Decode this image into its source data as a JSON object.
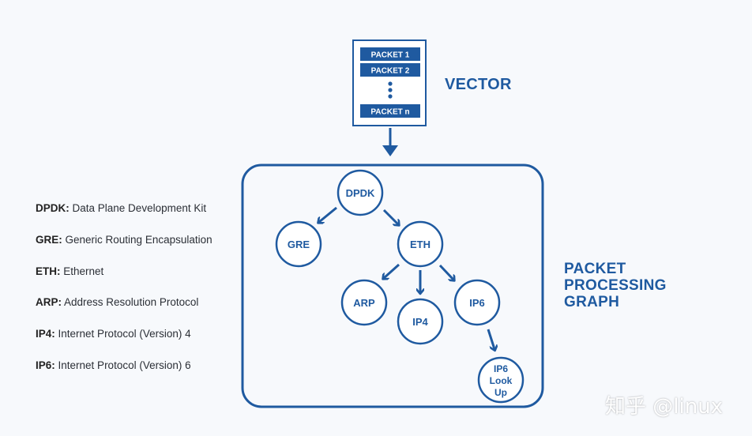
{
  "vector": {
    "title": "VECTOR",
    "packets": [
      "PACKET 1",
      "PACKET 2",
      "PACKET n"
    ]
  },
  "graph": {
    "title_lines": [
      "PACKET",
      "PROCESSING",
      "GRAPH"
    ],
    "nodes": {
      "dpdk": "DPDK",
      "gre": "GRE",
      "eth": "ETH",
      "arp": "ARP",
      "ip4": "IP4",
      "ip6": "IP6",
      "ip6_lookup": [
        "IP6",
        "Look",
        "Up"
      ]
    }
  },
  "legend": [
    {
      "abbr": "DPDK:",
      "text": "Data Plane Development Kit"
    },
    {
      "abbr": "GRE:",
      "text": "Generic Routing Encapsulation"
    },
    {
      "abbr": "ETH:",
      "text": "Ethernet"
    },
    {
      "abbr": "ARP:",
      "text": "Address Resolution Protocol"
    },
    {
      "abbr": "IP4:",
      "text": "Internet Protocol (Version) 4"
    },
    {
      "abbr": "IP6:",
      "text": "Internet Protocol (Version) 6"
    }
  ],
  "watermark": "知乎 @linux",
  "colors": {
    "primary": "#1f5aa0",
    "node_fill": "#ffffff"
  }
}
